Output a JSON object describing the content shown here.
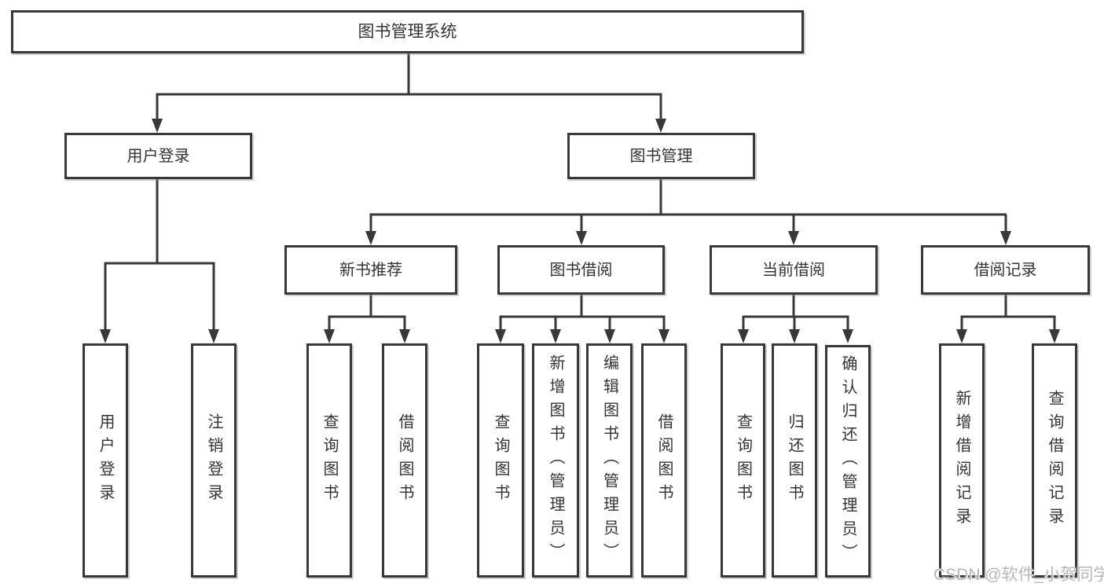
{
  "diagram": {
    "root": "图书管理系统",
    "level2": {
      "user_login": "用户登录",
      "book_management": "图书管理"
    },
    "level3": {
      "new_book_recommend": "新书推荐",
      "book_borrowing": "图书借阅",
      "current_borrowing": "当前借阅",
      "borrowing_records": "借阅记录"
    },
    "leaves": {
      "user_login": "用户登录",
      "logout_login": "注销登录",
      "recommend_query_books": "查询图书",
      "recommend_borrow_books": "借阅图书",
      "borrowing_query_books": "查询图书",
      "borrowing_add_books": "新增图书（管理员）",
      "borrowing_edit_books": "编辑图书（管理员）",
      "borrowing_borrow_books": "借阅图书",
      "current_query_books": "查询图书",
      "current_return_books": "归还图书",
      "current_confirm_return": "确认归还（管理员）",
      "records_add_record": "新增借阅记录",
      "records_query_record": "查询借阅记录"
    }
  },
  "watermark": "CSDN @软件_小贺同学",
  "colors": {
    "line": "#383838",
    "text": "#333333",
    "watermark": "#b7b7b7",
    "background": "#ffffff"
  }
}
